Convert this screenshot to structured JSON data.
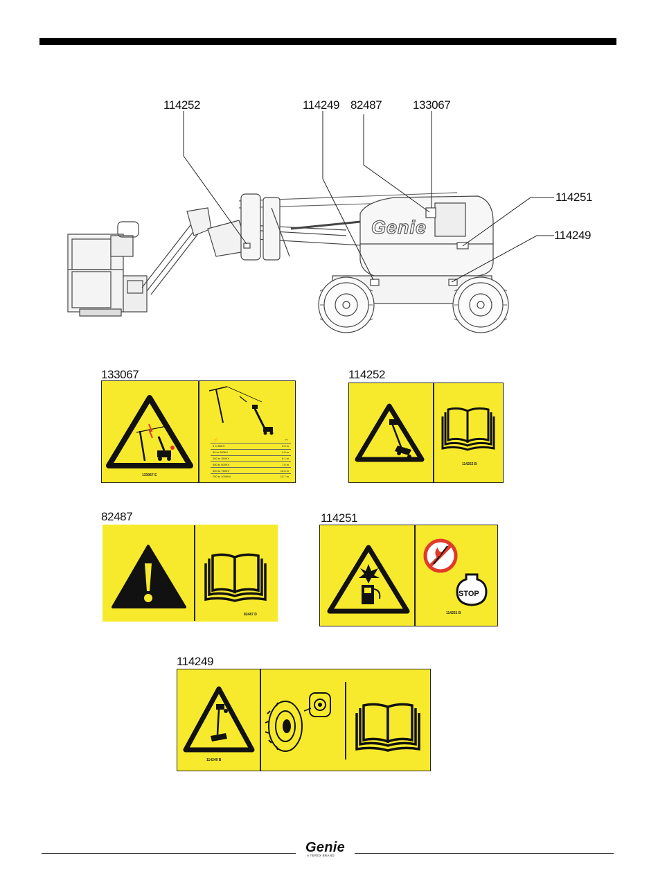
{
  "machine_callouts": {
    "c1": "114252",
    "c2": "114249",
    "c3": "82487",
    "c4": "133067",
    "c5": "114251",
    "c6": "114249"
  },
  "machine_brand": "Genie",
  "decals": {
    "d133067": {
      "id": "133067",
      "code": "133067 E",
      "table_rows": [
        {
          "voltage": "0 to 50KV",
          "distance": "3.0 m"
        },
        {
          "voltage": "50 to 200KV",
          "distance": "4.6 m"
        },
        {
          "voltage": "200 to 350KV",
          "distance": "6.1 m"
        },
        {
          "voltage": "350 to 500KV",
          "distance": "7.6 m"
        },
        {
          "voltage": "500 to 750KV",
          "distance": "10.6 m"
        },
        {
          "voltage": "750 to 1000KV",
          "distance": "13.7 m"
        }
      ]
    },
    "d114252": {
      "id": "114252",
      "code": "114252 B"
    },
    "d82487": {
      "id": "82487",
      "code": "82487 D"
    },
    "d114251": {
      "id": "114251",
      "code": "114251 B",
      "stop_text": "STOP"
    },
    "d114249": {
      "id": "114249",
      "code": "114249 B"
    }
  },
  "footer": {
    "brand": "Genie",
    "sub": "A TEREX BRAND"
  },
  "colors": {
    "decal_yellow": "#f7ea2c",
    "ink": "#111111",
    "red": "#e23a2a"
  }
}
